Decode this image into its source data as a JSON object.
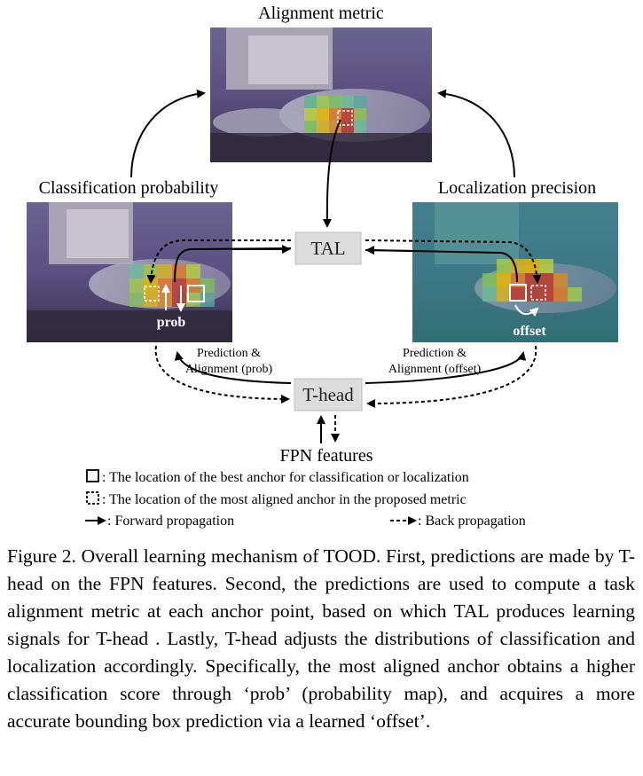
{
  "panels": {
    "alignment": {
      "title": "Alignment metric"
    },
    "classification": {
      "title": "Classification probability",
      "overlay_label": "prob"
    },
    "localization": {
      "title": "Localization precision",
      "overlay_label": "offset"
    }
  },
  "nodes": {
    "tal": "TAL",
    "thead": "T-head",
    "fpn": "FPN features"
  },
  "edge_labels": {
    "left_line1": "Prediction &",
    "left_line2": "Alignment (prob)",
    "right_line1": "Prediction &",
    "right_line2": "Alignment (offset)"
  },
  "legend": {
    "solid_box": ": The location of the best anchor for classification or localization",
    "dashed_box": ": The location of the most aligned anchor in the proposed metric",
    "forward": ": Forward propagation",
    "back": ": Back propagation"
  },
  "caption": "Figure 2. Overall learning mechanism of TOOD. First, predictions are made by T-head on the FPN features. Second, the predictions are used to compute a task alignment metric at each anchor point, based on which TAL produces learning signals for T-head . Lastly, T-head adjusts the distributions of classification and localization accordingly. Specifically, the most aligned anchor obtains a higher classification score through ‘prob’ (probability map), and acquires a more accurate bounding box prediction via a learned ‘offset’.",
  "colors": {
    "photo_base": "#5a4f78",
    "monitor": "#c9c4b4",
    "node_fill": "#dcdcdc",
    "heat_hot": "#c0392b",
    "heat_warm": "#e6b800",
    "heat_mid": "#6fbf73",
    "heat_cool": "#3aa6a0"
  }
}
